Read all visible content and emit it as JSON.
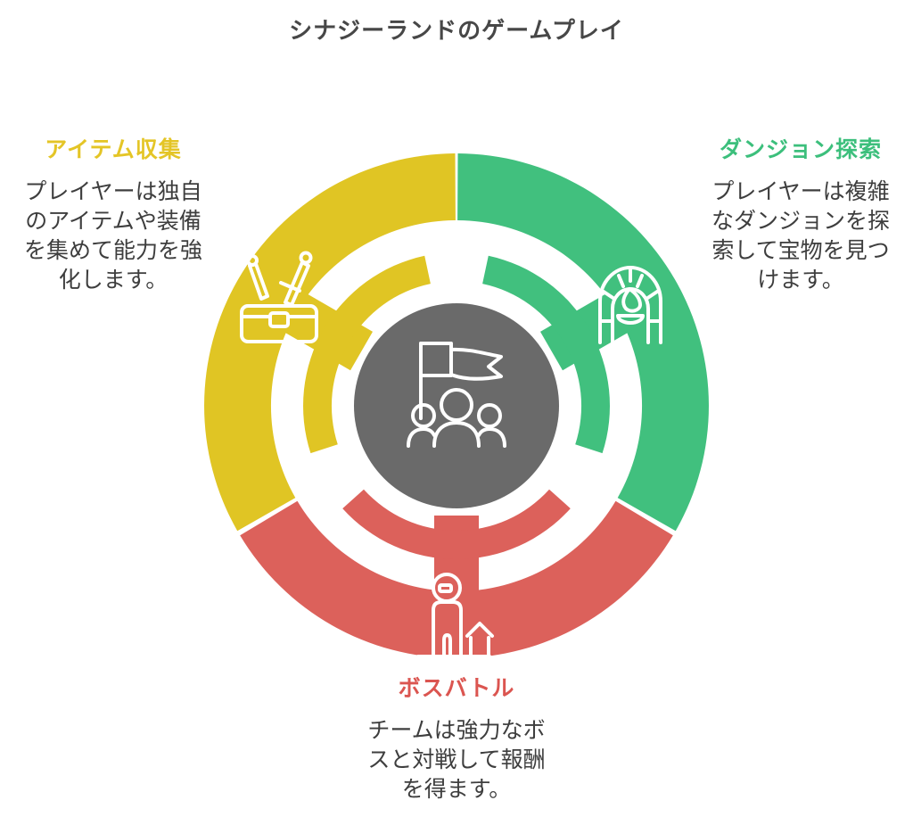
{
  "title": "シナジーランドのゲームプレイ",
  "center": {
    "color": "#6A6A6A",
    "icon": "team-flag-icon"
  },
  "sections": {
    "item_collection": {
      "heading": "アイテム収集",
      "heading_color": "#E4C526",
      "description": "プレイヤーは独自のアイテムや装備を集めて能力を強化します。",
      "color": "#E0C524",
      "icon": "treasure-chest-swords-icon",
      "position": "left"
    },
    "dungeon_exploration": {
      "heading": "ダンジョン探索",
      "heading_color": "#3CBF7C",
      "description": "プレイヤーは複雑なダンジョンを探索して宝物を見つけます。",
      "color": "#41C07E",
      "icon": "dungeon-gate-flame-icon",
      "position": "right"
    },
    "boss_battle": {
      "heading": "ボスバトル",
      "heading_color": "#DB5550",
      "description": "チームは強力なボスと対戦して報酬を得ます。",
      "color": "#DC615B",
      "icon": "boss-figure-house-icon",
      "position": "bottom"
    }
  }
}
